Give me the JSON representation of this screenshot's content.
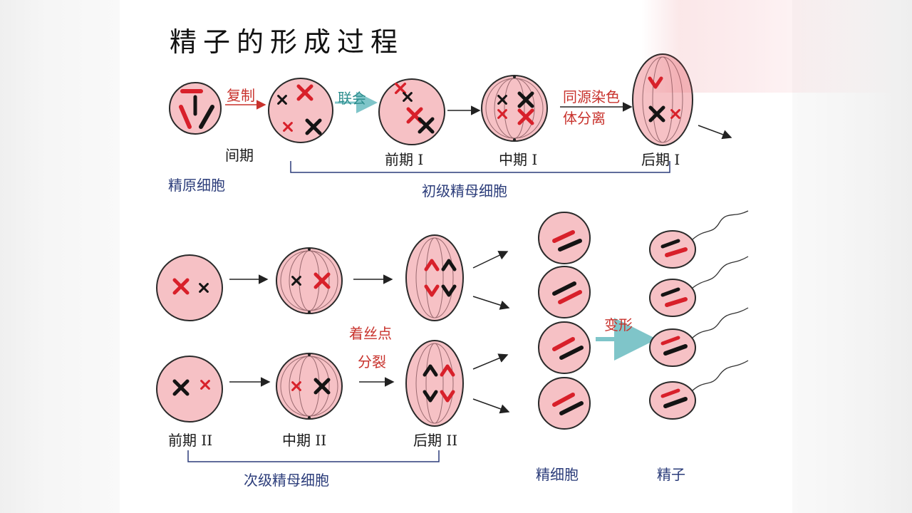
{
  "title": "精子的形成过程",
  "labels": {
    "fuzhi": "复制",
    "lianhui": "联会",
    "tongyuan1": "同源染色",
    "tongyuan2": "体分离",
    "jianqi": "间期",
    "qianqi1": "前期 I",
    "zhongqi1": "中期 I",
    "houqi1": "后期 I",
    "jingyuan": "精原细胞",
    "chuji": "初级精母细胞",
    "zhuosi1": "着丝点",
    "zhuosi2": "分裂",
    "qianqi2": "前期 II",
    "zhongqi2": "中期 II",
    "houqi2": "后期 II",
    "ciji": "次级精母细胞",
    "jingxibao": "精细胞",
    "jingzi": "精子",
    "bianxing": "变形"
  },
  "colors": {
    "cell_fill": "#f6c1c5",
    "cell_stroke": "#2a2a2a",
    "chrom_red": "#d8202a",
    "chrom_black": "#141414",
    "blue_label": "#2b3c7a",
    "red_label": "#c8322c",
    "teal_label": "#2f8f8f"
  }
}
